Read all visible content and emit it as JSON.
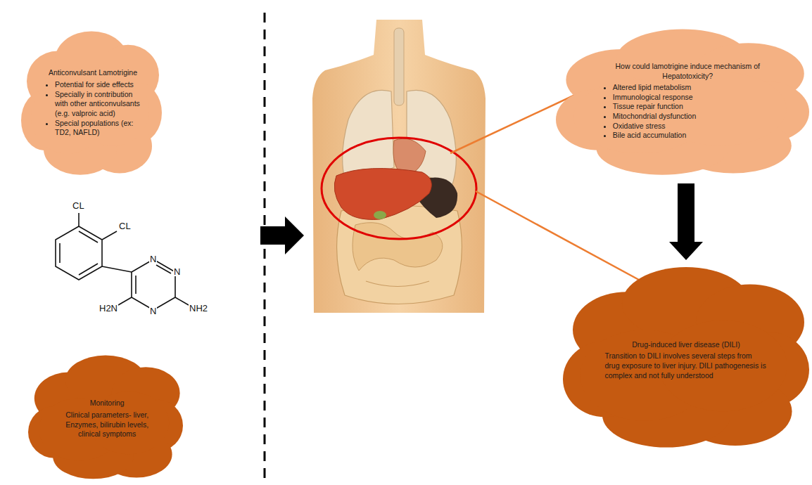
{
  "diagram": {
    "nodes": [
      {
        "text": [
          "Anticonvulsant Lamotrigine",
          "Potential for side effects",
          "Specially in contribution with other anticonvulsants (e.g. valproic acid)",
          "Special populations (ex: TD2, NAFLD)"
        ]
      },
      {
        "text": [
          "Monitoring",
          "Clinical parameters- liver, Enzymes, bilirubin levels, clinical symptoms"
        ]
      },
      {
        "text": [
          "How could lamotrigine induce mechanism of Hepatotoxicity?",
          "Altered lipid metabolism",
          "Immunological response",
          "Tissue repair function",
          "Mitochondrial dysfunction",
          "Oxidative stress",
          "Bile acid accumulation"
        ]
      },
      {
        "text": [
          "Drug-induced liver disease (DILI)",
          "Transition to DILI involves several steps from drug exposure to liver injury. DILI pathogenesis is complex and not fully understood"
        ]
      }
    ],
    "edges": [
      {
        "from": 2,
        "to": 3,
        "arrow": "to"
      }
    ],
    "labels": [
      "CL",
      "CL",
      "N",
      "N",
      "N",
      "H2N",
      "NH2"
    ]
  }
}
